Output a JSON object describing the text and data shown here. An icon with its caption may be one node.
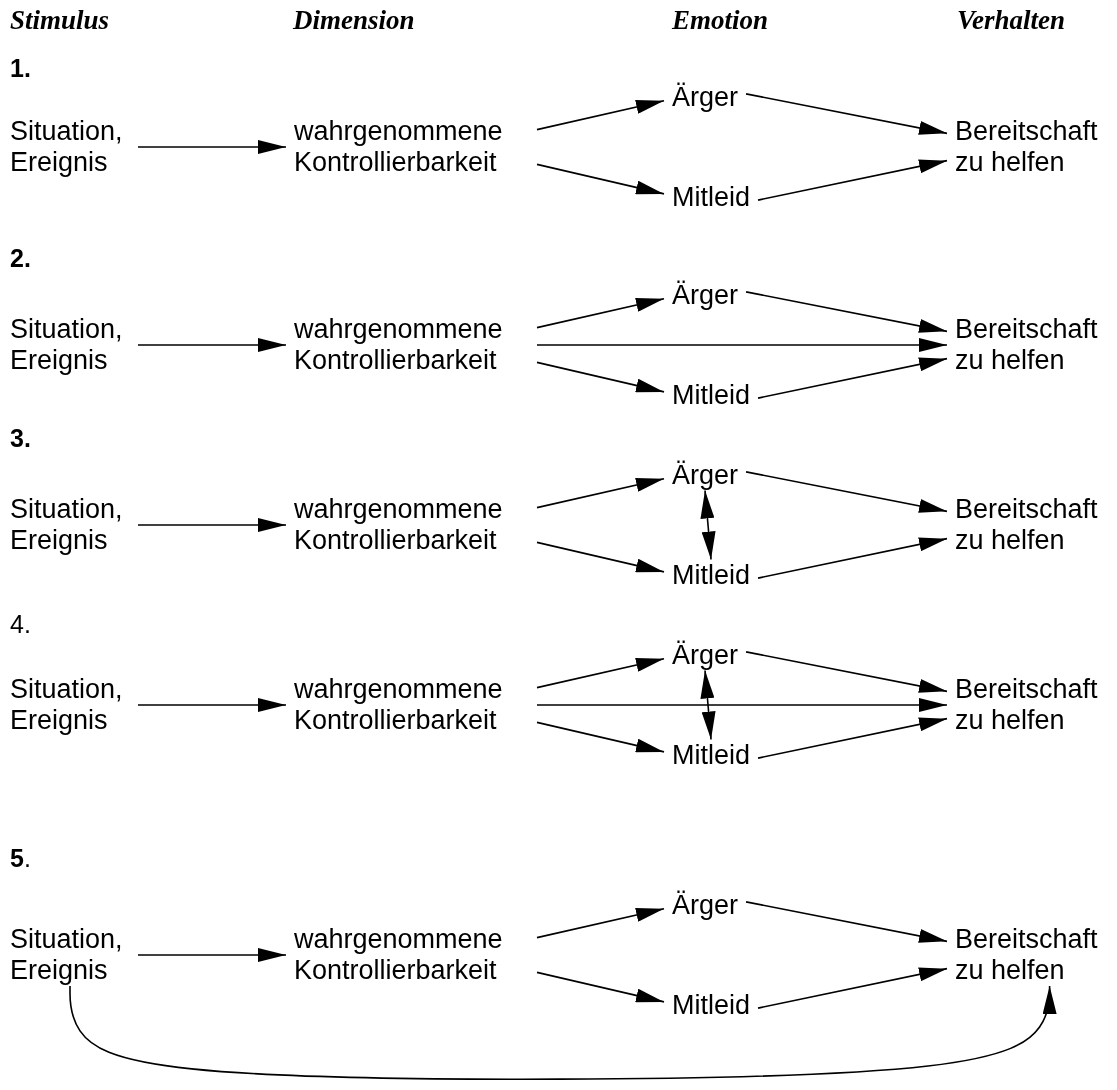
{
  "diagram": {
    "nodes": [
      {
        "text": [
          "Situation, Ereignis"
        ]
      },
      {
        "text": [
          "wahrgenommene Kontrollierbarkeit"
        ]
      },
      {
        "text": [
          "Ärger"
        ]
      },
      {
        "text": [
          "Mitleid"
        ]
      },
      {
        "text": [
          "Bereitschaft zu helfen"
        ]
      },
      {
        "text": [
          "Situation, Ereignis"
        ]
      },
      {
        "text": [
          "wahrgenommene Kontrollierbarkeit"
        ]
      },
      {
        "text": [
          "Ärger"
        ]
      },
      {
        "text": [
          "Mitleid"
        ]
      },
      {
        "text": [
          "Bereitschaft zu helfen"
        ]
      },
      {
        "text": [
          "Situation, Ereignis"
        ]
      },
      {
        "text": [
          "wahrgenommene Kontrollierbarkeit"
        ]
      },
      {
        "text": [
          "Ärger"
        ]
      },
      {
        "text": [
          "Mitleid"
        ]
      },
      {
        "text": [
          "Bereitschaft zu helfen"
        ]
      },
      {
        "text": [
          "Situation, Ereignis"
        ]
      },
      {
        "text": [
          "wahrgenommene Kontrollierbarkeit"
        ]
      },
      {
        "text": [
          "Ärger"
        ]
      },
      {
        "text": [
          "Mitleid"
        ]
      },
      {
        "text": [
          "Bereitschaft zu helfen"
        ]
      },
      {
        "text": [
          "Situation, Ereignis"
        ]
      },
      {
        "text": [
          "wahrgenommene Kontrollierbarkeit"
        ]
      },
      {
        "text": [
          "Ärger"
        ]
      },
      {
        "text": [
          "Mitleid"
        ]
      },
      {
        "text": [
          "Bereitschaft zu helfen"
        ]
      }
    ],
    "edges": [
      {
        "from": 0,
        "to": 1,
        "arrow": "to"
      },
      {
        "from": 1,
        "to": 2,
        "arrow": "to"
      },
      {
        "from": 1,
        "to": 3,
        "arrow": "to"
      },
      {
        "from": 2,
        "to": 4,
        "arrow": "to"
      },
      {
        "from": 3,
        "to": 4,
        "arrow": "to"
      },
      {
        "from": 5,
        "to": 6,
        "arrow": "to"
      },
      {
        "from": 6,
        "to": 7,
        "arrow": "to"
      },
      {
        "from": 6,
        "to": 9,
        "arrow": "to"
      },
      {
        "from": 6,
        "to": 8,
        "arrow": "to"
      },
      {
        "from": 7,
        "to": 9,
        "arrow": "to"
      },
      {
        "from": 8,
        "to": 9,
        "arrow": "to"
      },
      {
        "from": 10,
        "to": 11,
        "arrow": "to"
      },
      {
        "from": 11,
        "to": 12,
        "arrow": "to"
      },
      {
        "from": 11,
        "to": 13,
        "arrow": "to"
      },
      {
        "from": 12,
        "to": 13,
        "arrow": "both"
      },
      {
        "from": 12,
        "to": 14,
        "arrow": "to"
      },
      {
        "from": 13,
        "to": 14,
        "arrow": "to"
      },
      {
        "from": 15,
        "to": 16,
        "arrow": "to"
      },
      {
        "from": 16,
        "to": 17,
        "arrow": "to"
      },
      {
        "from": 16,
        "to": 19,
        "arrow": "to"
      },
      {
        "from": 16,
        "to": 18,
        "arrow": "to"
      },
      {
        "from": 17,
        "to": 18,
        "arrow": "both"
      },
      {
        "from": 17,
        "to": 19,
        "arrow": "to"
      },
      {
        "from": 18,
        "to": 19,
        "arrow": "to"
      },
      {
        "from": 20,
        "to": 21,
        "arrow": "to"
      },
      {
        "from": 21,
        "to": 22,
        "arrow": "to"
      },
      {
        "from": 21,
        "to": 23,
        "arrow": "to"
      },
      {
        "from": 22,
        "to": 24,
        "arrow": "to"
      },
      {
        "from": 23,
        "to": 24,
        "arrow": "to"
      },
      {
        "from": 20,
        "to": 24,
        "arrow": "to"
      }
    ],
    "labels": [
      "Stimulus",
      "Dimension",
      "Emotion",
      "Verhalten",
      "1.",
      "2.",
      "3.",
      "4.",
      "**5**."
    ]
  }
}
